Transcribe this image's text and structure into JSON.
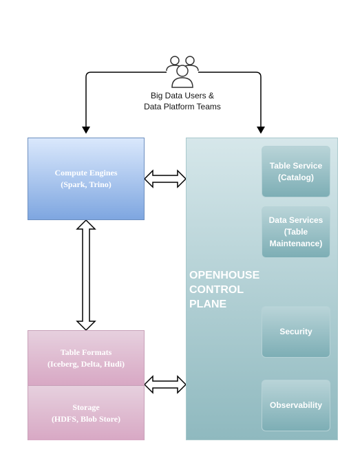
{
  "users": {
    "icon": "users-group-icon",
    "caption_line1": "Big Data Users &",
    "caption_line2": "Data Platform Teams"
  },
  "compute": {
    "line1": "Compute Engines",
    "line2": "(Spark, Trino)"
  },
  "table_formats": {
    "line1": "Table Formats",
    "line2": "(Iceberg, Delta, Hudi)"
  },
  "storage": {
    "line1": "Storage",
    "line2": "(HDFS, Blob Store)"
  },
  "control_plane": {
    "line1": "OPENHOUSE",
    "line2": "CONTROL",
    "line3": "PLANE"
  },
  "services": {
    "table_service": {
      "line1": "Table Service",
      "line2": "(Catalog)"
    },
    "data_services": {
      "line1": "Data Services",
      "line2": "(Table",
      "line3": "Maintenance)"
    },
    "security": {
      "label": "Security"
    },
    "observability": {
      "label": "Observability"
    }
  },
  "colors": {
    "compute_top": "#dae8fc",
    "compute_bottom": "#7ea6e0",
    "storage_top": "#e6d0de",
    "storage_bottom": "#d8a8c4",
    "control_plane_top": "#d6e7ea",
    "control_plane_bottom": "#8fb9bf"
  }
}
